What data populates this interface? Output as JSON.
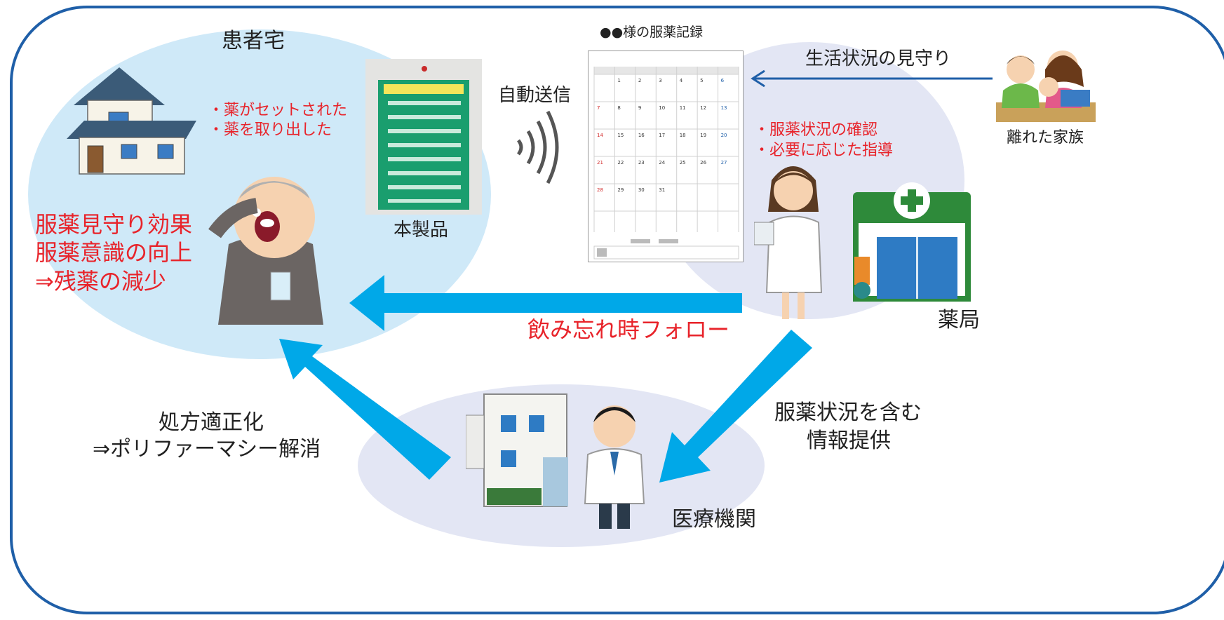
{
  "labels": {
    "patient_home": "患者宅",
    "product": "本製品",
    "auto_send": "自動送信",
    "record_title": "●●様の服薬記録",
    "life_watch": "生活状況の見守り",
    "remote_family": "離れた家族",
    "pharmacy": "薬局",
    "missed_dose_follow": "飲み忘れ時フォロー",
    "medical_institution": "医療機関",
    "prescription_line1": "処方適正化",
    "prescription_line2": "⇒ポリファーマシー解消",
    "info_line1": "服薬状況を含む",
    "info_line2": "情報提供"
  },
  "sensor_notes": [
    "・薬がセットされた",
    "・薬を取り出した"
  ],
  "pharmacy_notes": [
    "・服薬状況の確認",
    "・必要に応じた指導"
  ],
  "effects": [
    "服薬見守り効果",
    "服薬意識の向上",
    "⇒残薬の減少"
  ],
  "calendar": {
    "rows": [
      [
        "",
        "1",
        "2",
        "3",
        "4",
        "5",
        "6"
      ],
      [
        "7",
        "8",
        "9",
        "10",
        "11",
        "12",
        "13"
      ],
      [
        "14",
        "15",
        "16",
        "17",
        "18",
        "19",
        "20"
      ],
      [
        "21",
        "22",
        "23",
        "24",
        "25",
        "26",
        "27"
      ],
      [
        "28",
        "29",
        "30",
        "31",
        "",
        "",
        ""
      ]
    ]
  },
  "colors": {
    "frame": "#1f5fa8",
    "arrow": "#00a8e8",
    "red_text": "#e8232a",
    "home_blob": "#cfe9f8",
    "pharmacy_blob": "#e3e6f4"
  },
  "icons": [
    "house-icon",
    "patient-icon",
    "pill-calendar-photo",
    "wireless-icon",
    "calendar-record",
    "family-icon",
    "pharmacist-icon",
    "pharmacy-building-icon",
    "hospital-icon",
    "doctor-icon"
  ]
}
